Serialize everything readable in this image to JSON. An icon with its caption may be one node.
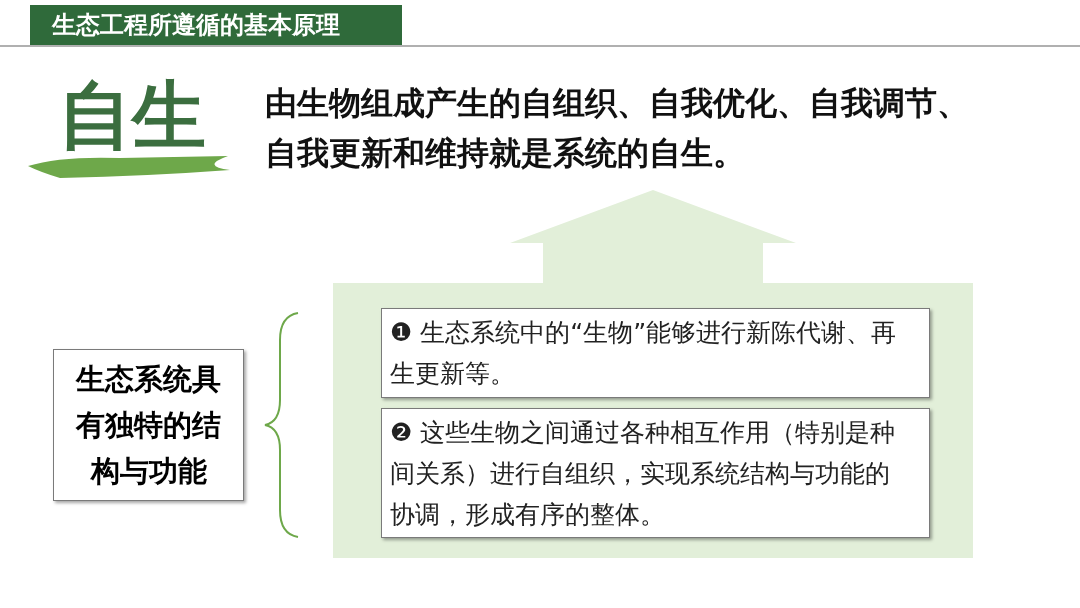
{
  "diagram": {
    "title": "生态工程所遵循的基本原理",
    "nodes": [
      {
        "text": [],
        "shape": "arrow"
      },
      {
        "text": [
          "❶ 生态系统中的“生物”能够进行新陈代谢、再生更新等。"
        ],
        "in": 0
      },
      {
        "text": [
          "❷ 这些生物之间通过各种相互作用（特别是种间关系）进行自组织，实现系统结构与功能的协调，形成有序的整体。"
        ],
        "in": 0
      },
      {
        "text": [
          "生态系统具有独特的结构与功能"
        ]
      }
    ],
    "labels": [
      "自生",
      "由生物组成产生的自组织、自我优化、自我调节、自我更新和维持就是系统的自生。"
    ]
  }
}
